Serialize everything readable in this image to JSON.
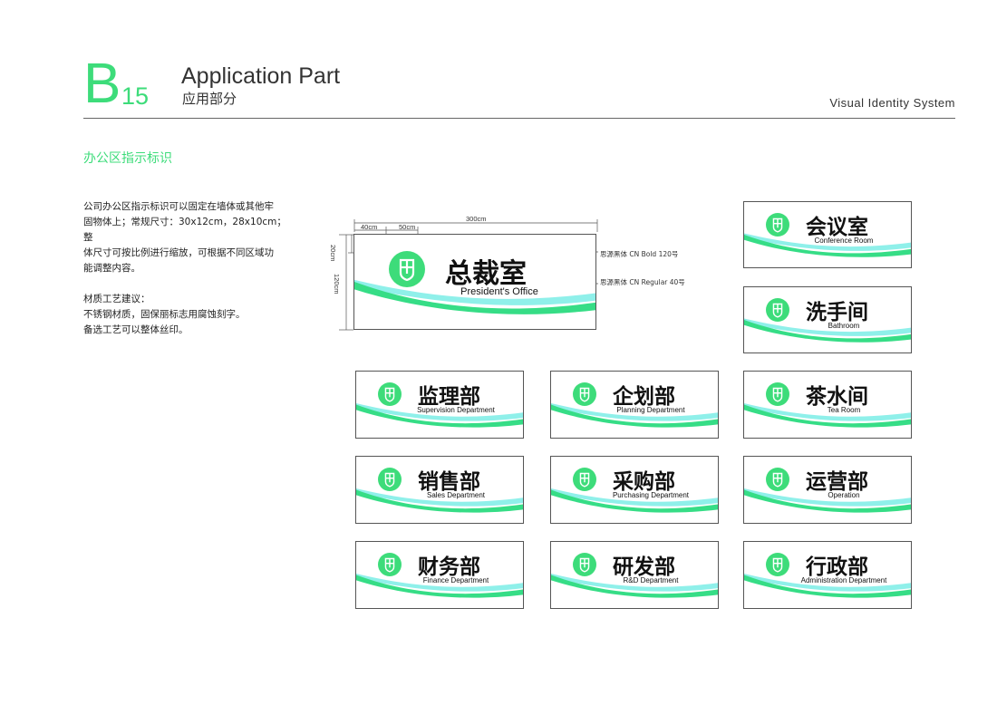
{
  "header": {
    "letter": "B",
    "number": "15",
    "title": "Application Part",
    "subtitle": "应用部分",
    "right_label": "Visual Identity System"
  },
  "section_title": "办公区指示标识",
  "description": {
    "para1": [
      "公司办公区指示标识可以固定在墙体或其他牢",
      "固物体上；常规尺寸：30x12cm，28x10cm；整",
      "体尺寸可按比例进行缩放，可根据不同区域功",
      "能调整内容。"
    ],
    "para2": [
      "材质工艺建议：",
      "不锈钢材质，固保丽标志用腐蚀刻字。",
      "备选工艺可以整体丝印。"
    ]
  },
  "drawing": {
    "dim_total_width": "300cm",
    "dim_part1": "40cm",
    "dim_part2": "50cm",
    "dim_top": "20cm",
    "dim_height": "120cm",
    "note_bold": "思源黑体 CN Bold 120号",
    "note_regular": "思源黑体 CN Regular 40号"
  },
  "colors": {
    "brand_green": "#3ddc7a",
    "swoosh_cyan": "#8ff0ea",
    "swoosh_green": "#36dd86"
  },
  "signs": {
    "main": {
      "cn": "总裁室",
      "en": "President's Office"
    },
    "conference": {
      "cn": "会议室",
      "en": "Conference Room"
    },
    "bathroom": {
      "cn": "洗手间",
      "en": "Bathroom"
    },
    "supervision": {
      "cn": "监理部",
      "en": "Supervision Department"
    },
    "planning": {
      "cn": "企划部",
      "en": "Planning Department"
    },
    "tea": {
      "cn": "茶水间",
      "en": "Tea Room"
    },
    "sales": {
      "cn": "销售部",
      "en": "Sales Department"
    },
    "purchasing": {
      "cn": "采购部",
      "en": "Purchasing Department"
    },
    "operation": {
      "cn": "运营部",
      "en": "Operation"
    },
    "finance": {
      "cn": "财务部",
      "en": "Finance Department"
    },
    "rnd": {
      "cn": "研发部",
      "en": "R&D Department"
    },
    "admin": {
      "cn": "行政部",
      "en": "Administration Department"
    }
  },
  "logo_icon": "shield-logo-icon"
}
